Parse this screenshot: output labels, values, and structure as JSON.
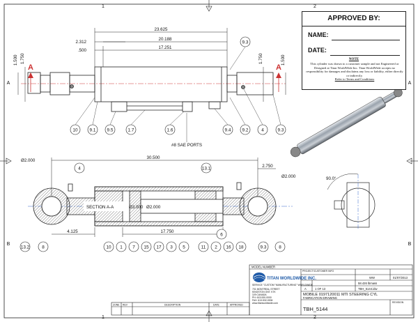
{
  "zones": {
    "top": [
      "1",
      "2"
    ],
    "left": [
      "A",
      "B"
    ],
    "right": [
      "A",
      "B"
    ]
  },
  "approval": {
    "title": "APPROVED BY:",
    "name_label": "NAME:",
    "date_label": "DATE:",
    "note_title": "NOTE",
    "note_text": "This cylinder was drawn to a customer sample and not Engineered or Designed at Titan WorldWide Inc. Titan WorldWide accepts no responsibility for damages and disclaims any loss or liability, either directly or indirectly.",
    "note_link": "Refer to Terms and Conditions"
  },
  "top_view": {
    "section_letter": "A",
    "dims": {
      "overall": "23.625",
      "d2312": "2.312",
      "d20188": "20.188",
      "d500": ".500",
      "d17251": "17.251",
      "h1500_left": "1.500",
      "h1750_left": "1.750",
      "h1750_right": "1.750",
      "h1500_right": "1.500"
    },
    "balloons": [
      "10",
      "9.1",
      "9.5",
      "1.7",
      "1.6",
      "9.4",
      "9.2",
      "4",
      "9.3",
      "9.3"
    ],
    "ports_note": "#8 SAE PORTS"
  },
  "section_view": {
    "label": "SECTION A-A",
    "dims": {
      "overall": "30.500",
      "right_eye": "2.750",
      "left_dia": "Ø2.000",
      "right_dia": "Ø2.000",
      "bore": "Ø3.000",
      "rod": "Ø2.000",
      "d4125": "4.125",
      "d17750": "17.750"
    },
    "balloons_top": [
      "4",
      "13.1"
    ],
    "balloons_bottom": [
      "13.2",
      "8",
      "10",
      "1",
      "7",
      "15",
      "17",
      "3",
      "5",
      "11",
      "2",
      "16",
      "18",
      "6",
      "9.3",
      "8"
    ]
  },
  "iso_view": {
    "angle": "90.0°"
  },
  "title_block": {
    "model_number_label": "MODEL NUMBER",
    "company": "TITAN WORLDWIDE INC.",
    "tagline": "SERVICE \"CUSTOM \"MANUFACTURING\" WORLDWIDE",
    "address": [
      "701 MONTREAL STREET",
      "KINGSTON ONT. K7K",
      "3J9 CANADA",
      "PH: 613-530-0000",
      "FAX: 613-532-0006",
      "www.titanworldwide.com"
    ],
    "project_label": "PROJECT/CUSTOMER INFO",
    "drawn": "WW",
    "date": "01/07/2013",
    "weight": "58.426 lbmass",
    "size": "A",
    "sheet": "1 OF 13",
    "dwg_name": "TBH_5144.idw",
    "description": "MOBILE 0197120011 MTI STEERING CYL",
    "sub_description": "FABRICATION DRAWING",
    "drawing_number": "TBH_5144",
    "revision_label": "REVISION",
    "rev_headers": [
      "ZONE",
      "REV",
      "DESCRIPTION",
      "DATE",
      "APPROVED"
    ]
  }
}
